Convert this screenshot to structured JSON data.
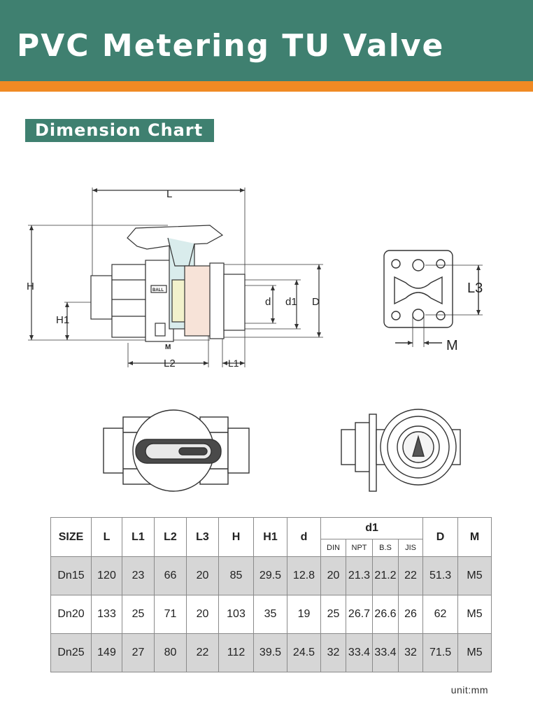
{
  "header": {
    "title": "PVC Metering TU Valve"
  },
  "section": {
    "title": "Dimension Chart"
  },
  "drawing_labels": {
    "L": "L",
    "H": "H",
    "H1": "H1",
    "L2": "L2",
    "L1": "L1",
    "d": "d",
    "d1": "d1",
    "D": "D",
    "M": "M",
    "L3": "L3",
    "ball": "BALL"
  },
  "table": {
    "columns": [
      "SIZE",
      "L",
      "L1",
      "L2",
      "L3",
      "H",
      "H1",
      "d",
      "d1",
      "D",
      "M"
    ],
    "d1_sub": [
      "DIN",
      "NPT",
      "B.S",
      "JIS"
    ],
    "rows": [
      [
        "Dn15",
        "120",
        "23",
        "66",
        "20",
        "85",
        "29.5",
        "12.8",
        "20",
        "21.3",
        "21.2",
        "22",
        "51.3",
        "M5"
      ],
      [
        "Dn20",
        "133",
        "25",
        "71",
        "20",
        "103",
        "35",
        "19",
        "25",
        "26.7",
        "26.6",
        "26",
        "62",
        "M5"
      ],
      [
        "Dn25",
        "149",
        "27",
        "80",
        "22",
        "112",
        "39.5",
        "24.5",
        "32",
        "33.4",
        "33.4",
        "32",
        "71.5",
        "M5"
      ]
    ]
  },
  "unit_note": "unit:mm",
  "colors": {
    "header_bg": "#3f8070",
    "accent_stripe": "#f08a23",
    "row_shade": "#d6d6d6"
  }
}
